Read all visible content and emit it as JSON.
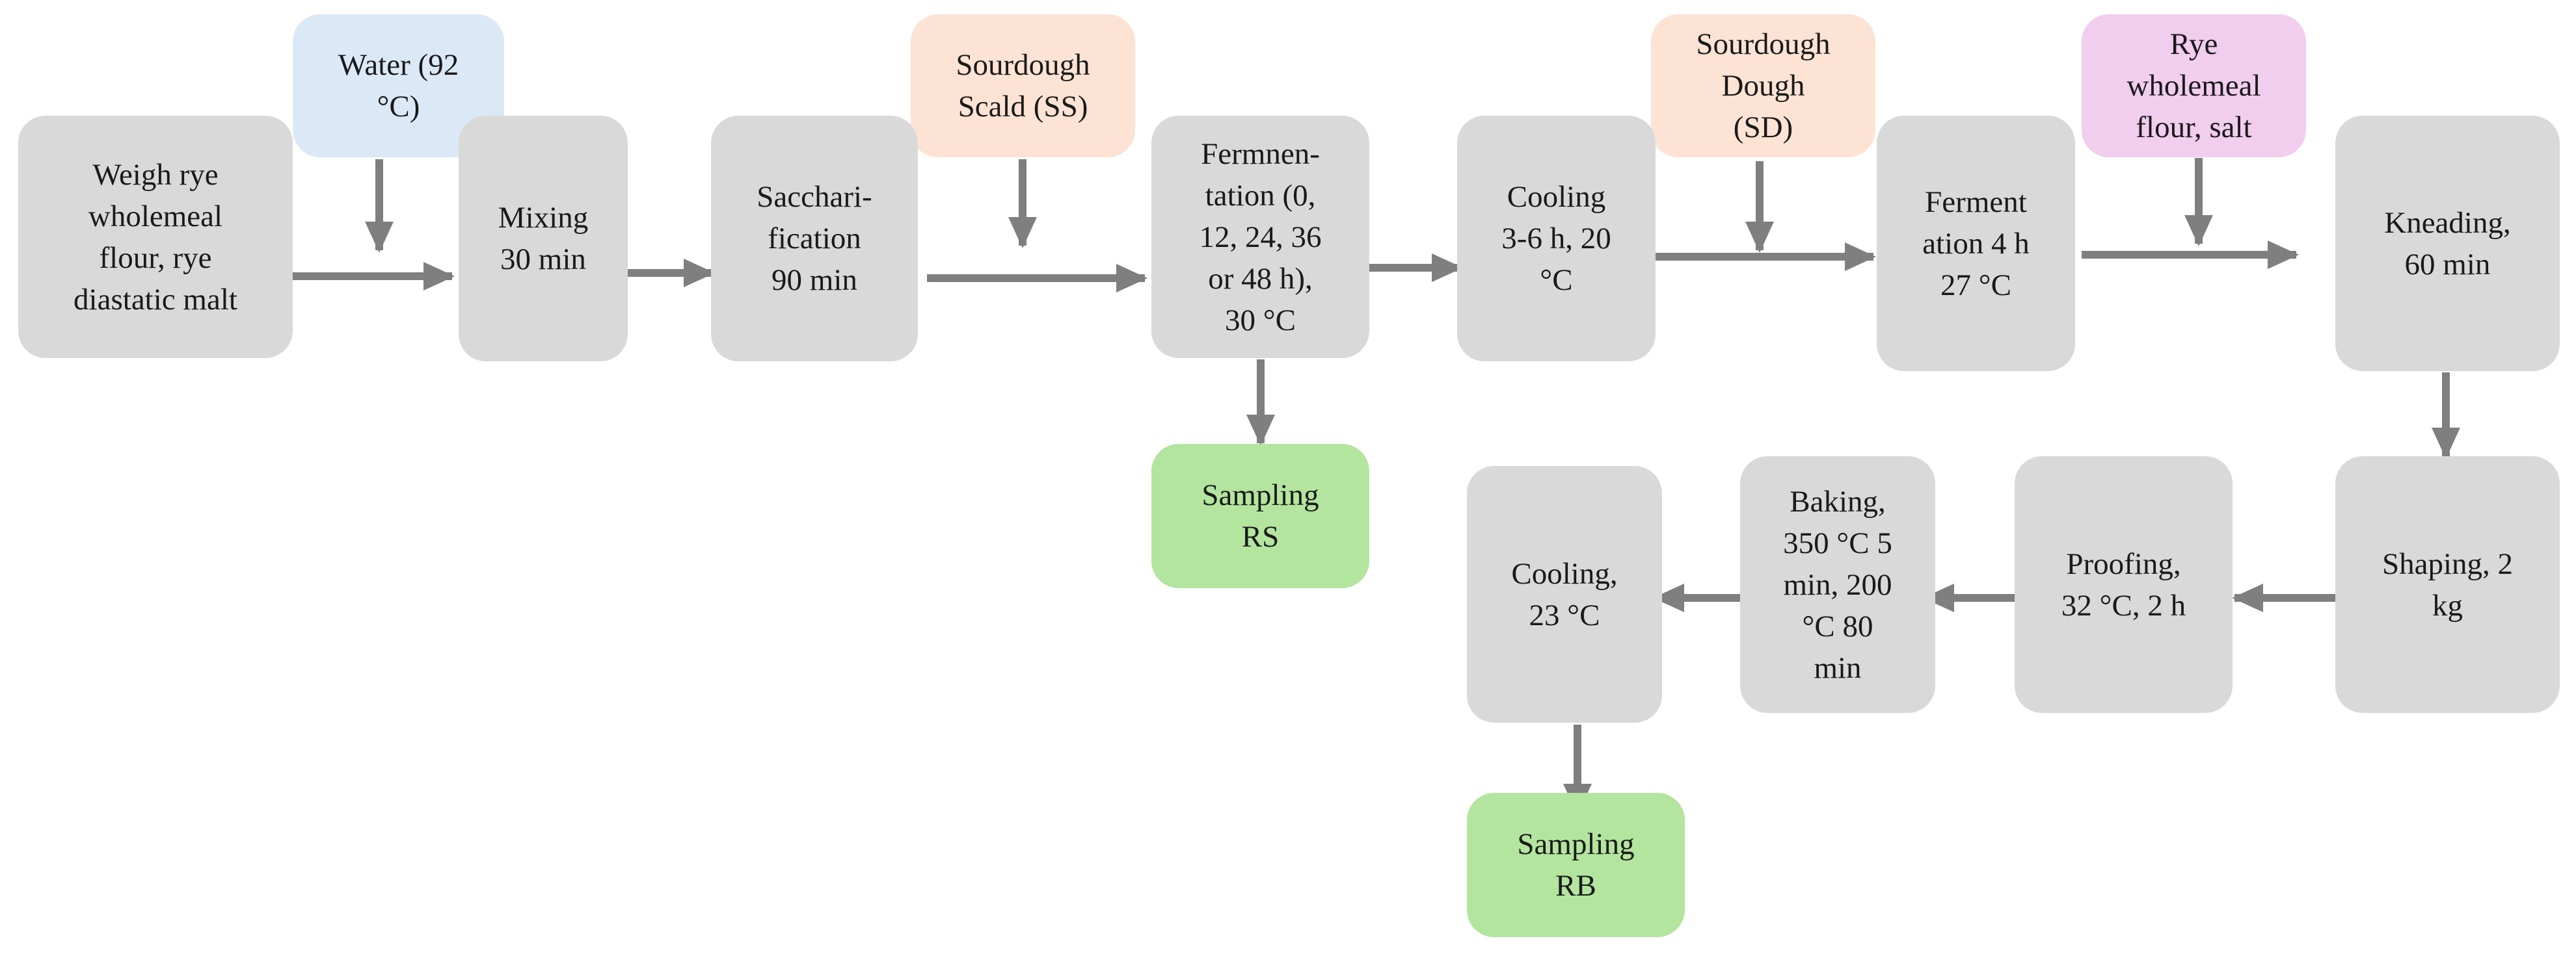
{
  "colors": {
    "process": "#d9d9d9",
    "water": "#dbe9f7",
    "sourdough": "#fde3d4",
    "rye": "#f1cdee",
    "sampling": "#b3e59e",
    "arrow": "#7f7f7f"
  },
  "steps": {
    "weigh": "Weigh rye\nwholemeal\nflour, rye\ndiastatic malt",
    "mixing": "Mixing\n30 min",
    "saccharification": "Sacchari-\nfication\n90 min",
    "fermentation": "Fermnen-\ntation (0,\n12, 24, 36\nor 48 h),\n30 °C",
    "cooling1": "Cooling\n3-6 h, 20\n°C",
    "ferment2": "Ferment\nation 4 h\n27 °C",
    "kneading": "Kneading,\n60 min",
    "shaping": "Shaping, 2\nkg",
    "proofing": "Proofing,\n32 °C, 2 h",
    "baking": "Baking,\n350 °C 5\nmin, 200\n°C 80\nmin",
    "cooling2": "Cooling,\n23 °C"
  },
  "inputs": {
    "water": "Water (92\n°C)",
    "sourdough_scald": "Sourdough\nScald (SS)",
    "sourdough_dough": "Sourdough\nDough\n(SD)",
    "rye_salt": "Rye\nwholemeal\nflour, salt"
  },
  "outputs": {
    "sampling_rs": "Sampling\nRS",
    "sampling_rb": "Sampling\nRB"
  }
}
